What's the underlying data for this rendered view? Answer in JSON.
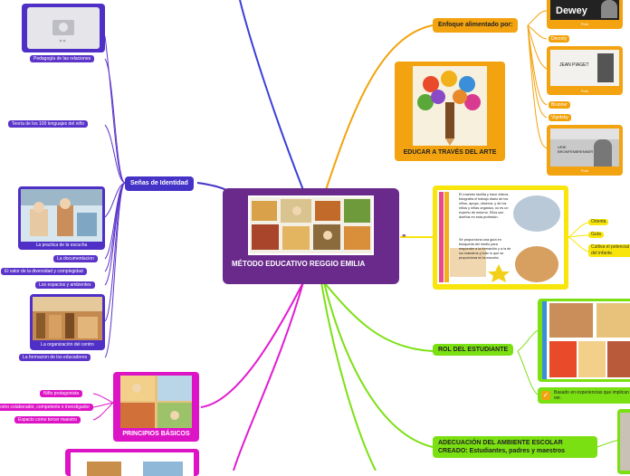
{
  "central": {
    "title": "MÉTODO EDUCATIVO REGGIO EMILIA"
  },
  "left": {
    "senas_title": "Señas de Identidad",
    "items": {
      "pedagogia": "Pedagogía de las relaciones",
      "teoria": "Teoría de los 100 lenguajes del niño",
      "practica": "La practica de la escucha",
      "documentacion": "La documentacion",
      "valor": "El valor de la diversidad y complegidad",
      "espacios": "Los espacios y ambientes",
      "organizacion": "La organización del centro",
      "formacion": "La formacion de los educadores"
    },
    "principios_title": "PRINCIPIOS BÁSICOS",
    "principios": {
      "nino": "Niño protagonista",
      "maestro": "Maestro colaborador, competente e investigador",
      "espacio": "Espacio como tercer maestro"
    }
  },
  "right": {
    "enfoque_title": "Enfoque alimentado por:",
    "dewey": "Dewey",
    "foto": "Foto",
    "decroly": "Decroly",
    "jean_piaget": "JEAN PIAGET",
    "brunner": "Brunner",
    "vigotsky": "Vigotsky",
    "uric": "URIE BRONFENBRENNER",
    "educar": "EDUCAR A TRAVÉS DEL ARTE",
    "maestro_text_1": "El maestro facilita y hace videos, fotografía el trabajo diario de los niños, apoya, observa, y de los niños y niñas organiza, no es un experto de entorno. Ellos son dueños en esta profesión.",
    "maestro_text_2": "Se proporciona una guía en búsqueda del medio para responder a la formación y a la de los maestros y todo lo que se proporciona en la escuela.",
    "orienta": "Orienta",
    "guia": "Guía",
    "cultiva": "Cultiva el potencial del infante.",
    "rol": "ROL DEL ESTUDIANTE",
    "basado": "Basado en experiencias que implican ver.",
    "adecuacion": "ADECUACIÓN DEL AMBIENTE ESCOLAR CREADO: Estudiantes, padres y maestros"
  },
  "colors": {
    "central": "#6a2a8c",
    "blue": "#4532c6",
    "orange": "#f2a30f",
    "magenta": "#dd14c6",
    "yellow": "#f7e50b",
    "green": "#7be012"
  }
}
